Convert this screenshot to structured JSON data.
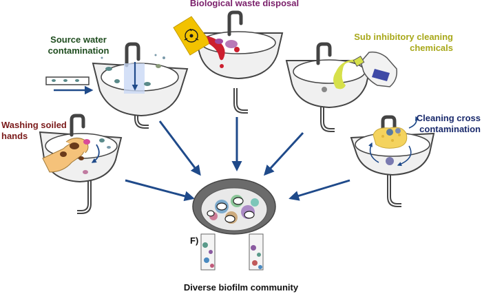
{
  "labels": {
    "source_water": "Source water contamination",
    "biological_waste": "Biological waste disposal",
    "sub_inhibitory": "Sub inhibitory cleaning chemicals",
    "washing_hands": "Washing soiled hands",
    "cleaning_cross": "Cleaning cross contamination",
    "panel_letter": "F)",
    "caption": "Diverse biofilm community"
  },
  "colors": {
    "source_water": "#1f4d1f",
    "biological_waste": "#7a1f6a",
    "sub_inhibitory": "#a8a81a",
    "washing_hands": "#7a1a1a",
    "cleaning_cross": "#1a2a6c",
    "arrow": "#1f4a8a",
    "sink_outline": "#444444",
    "sink_fill": "#f0f0f0",
    "drain_ring": "#6b6b6b",
    "hazard_bag": "#f2c200",
    "blood": "#cc1f2f",
    "chemical": "#d6e04a",
    "sponge": "#f4d35e",
    "skin": "#f5c27a",
    "soil": "#6b3a1a"
  },
  "icons": [
    "biohazard-icon",
    "faucet-icon",
    "sponge-icon",
    "hand-icon",
    "chemical-bottle-icon",
    "pipe-icon",
    "bacteria-icon"
  ]
}
